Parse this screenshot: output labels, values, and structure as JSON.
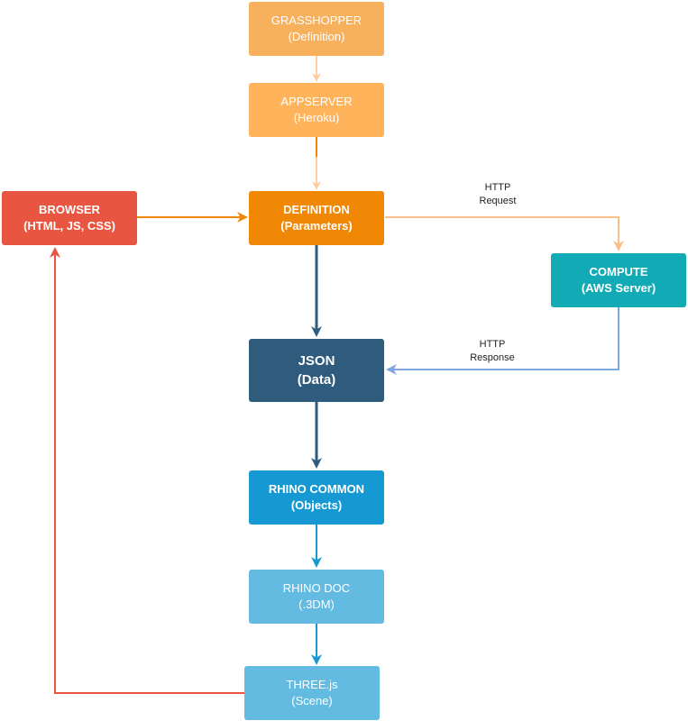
{
  "nodes": {
    "grasshopper": {
      "title": "GRASSHOPPER",
      "subtitle": "(Definition)",
      "color": "#F7B05B"
    },
    "appserver": {
      "title": "APPSERVER",
      "subtitle": "(Heroku)",
      "color": "#FFB45C"
    },
    "definition": {
      "title": "DEFINITION",
      "subtitle": "(Parameters)",
      "color": "#F08705"
    },
    "browser": {
      "title": "BROWSER",
      "subtitle": "(HTML, JS, CSS)",
      "color": "#E85642"
    },
    "compute": {
      "title": "COMPUTE",
      "subtitle": "(AWS Server)",
      "color": "#12AAB5"
    },
    "json": {
      "title": "JSON",
      "subtitle": "(Data)",
      "color": "#2F5B7C"
    },
    "rhino_common": {
      "title": "RHINO COMMON",
      "subtitle": "(Objects)",
      "color": "#1699D3"
    },
    "rhino_doc": {
      "title": "RHINO DOC",
      "subtitle": "(.3DM)",
      "color": "#64BBE2"
    },
    "threejs": {
      "title": "THREE.js",
      "subtitle": "(Scene)",
      "color": "#64BBE2"
    }
  },
  "edge_labels": {
    "http_request": {
      "line1": "HTTP",
      "line2": "Request"
    },
    "http_response": {
      "line1": "HTTP",
      "line2": "Response"
    }
  },
  "edge_colors": {
    "orange_light": "#FFCE9F",
    "orange": "#F08705",
    "orange_pale": "#F9C08A",
    "navy": "#2F5B7C",
    "blue_light": "#7EA6E0",
    "cyan": "#1699D3",
    "red": "#E85642"
  }
}
